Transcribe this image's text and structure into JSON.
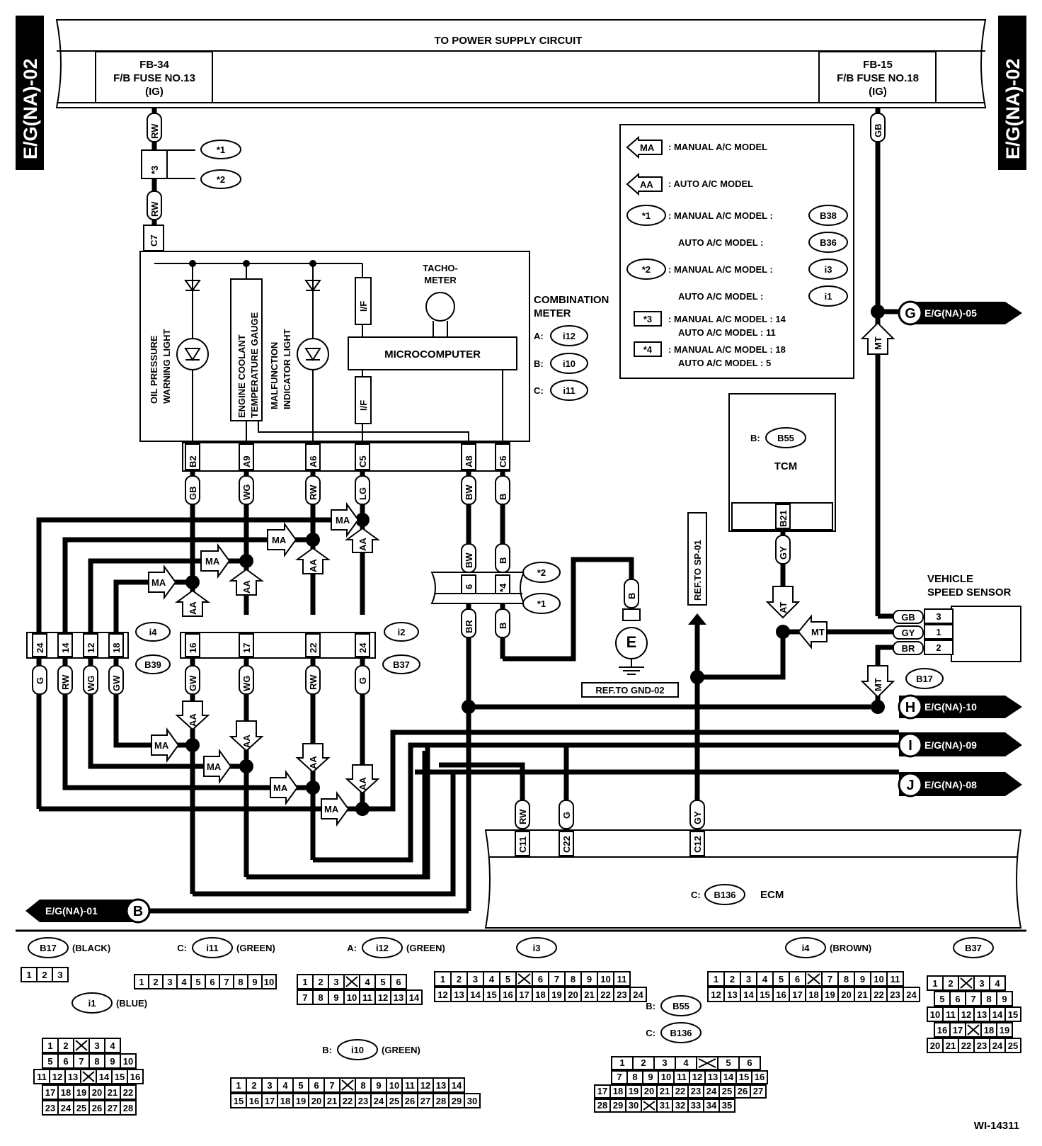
{
  "side_tabs": {
    "left": "E/G(NA)-02",
    "right": "E/G(NA)-02"
  },
  "power": {
    "title": "TO POWER SUPPLY CIRCUIT",
    "left_fuse": {
      "l1": "FB-34",
      "l2": "F/B FUSE NO.13",
      "l3": "(IG)"
    },
    "right_fuse": {
      "l1": "FB-15",
      "l2": "F/B FUSE NO.18",
      "l3": "(IG)"
    }
  },
  "legend": {
    "ma": {
      "tag": "MA",
      "text": ": MANUAL A/C MODEL"
    },
    "aa": {
      "tag": "AA",
      "text": ": AUTO A/C MODEL"
    },
    "s1": {
      "tag": "*1",
      "manual": ": MANUAL A/C MODEL :",
      "manual_conn": "B38",
      "auto": "AUTO A/C MODEL :",
      "auto_conn": "B36"
    },
    "s2": {
      "tag": "*2",
      "manual": ": MANUAL A/C MODEL :",
      "manual_conn": "i3",
      "auto": "AUTO A/C MODEL :",
      "auto_conn": "i1"
    },
    "s3": {
      "tag": "*3",
      "manual": ": MANUAL A/C MODEL : 14",
      "auto": "AUTO A/C MODEL :    11"
    },
    "s4": {
      "tag": "*4",
      "manual": ": MANUAL A/C MODEL : 18",
      "auto": "AUTO A/C MODEL :     5"
    }
  },
  "meter": {
    "oil1": "OIL PRESSURE",
    "oil2": "WARNING LIGHT",
    "eng1": "ENGINE COOLANT",
    "eng2": "TEMPERATURE GAUGE",
    "mil1": "MALFUNCTION",
    "mil2": "INDICATOR LIGHT",
    "tach1": "TACHO-",
    "tach2": "METER",
    "micro": "MICROCOMPUTER",
    "if1": "I/F",
    "if2": "I/F",
    "comb1": "COMBINATION",
    "comb2": "METER",
    "ca": "A:",
    "ca_conn": "i12",
    "cb": "B:",
    "cb_conn": "i10",
    "cc": "C:",
    "cc_conn": "i11"
  },
  "pins": {
    "b2": "B2",
    "a9": "A9",
    "a6": "A6",
    "c5": "C5",
    "a8": "A8",
    "c6": "C6",
    "c7": "C7",
    "s3": "*3"
  },
  "wires": {
    "rw": "RW",
    "gb": "GB",
    "wg": "WG",
    "lg": "LG",
    "bw": "BW",
    "b": "B",
    "br": "BR",
    "g": "G",
    "gw": "GW",
    "gy": "GY",
    "mt": "MT",
    "at": "AT",
    "ma": "MA",
    "aa": "AA"
  },
  "mid_conn": {
    "left_pins": [
      "24",
      "14",
      "12",
      "18"
    ],
    "right_pins": [
      "16",
      "17",
      "22",
      "24"
    ],
    "i4": "i4",
    "b39": "B39",
    "i2": "i2",
    "b37": "B37",
    "p6": "6",
    "p4": "*4",
    "s1": "*1",
    "s2": "*2"
  },
  "ground": {
    "e": "E",
    "ref": "REF.TO GND-02",
    "b": "B"
  },
  "ref_sp": "REF.TO SP-01",
  "tcm": {
    "prefix": "B:",
    "conn": "B55",
    "name": "TCM",
    "pin": "B21"
  },
  "vss": {
    "t1": "VEHICLE",
    "t2": "SPEED SENSOR",
    "pins": [
      "3",
      "1",
      "2"
    ],
    "wires": [
      "GB",
      "GY",
      "BR"
    ],
    "conn": "B17"
  },
  "tags": [
    {
      "letter": "G",
      "text": "E/G(NA)-05"
    },
    {
      "letter": "H",
      "text": "E/G(NA)-10"
    },
    {
      "letter": "I",
      "text": "E/G(NA)-09"
    },
    {
      "letter": "J",
      "text": "E/G(NA)-08"
    },
    {
      "letter": "B",
      "text": "E/G(NA)-01"
    }
  ],
  "ecm": {
    "prefix": "C:",
    "conn": "B136",
    "name": "ECM",
    "pins": [
      "C11",
      "C22",
      "C12"
    ]
  },
  "connectors": {
    "b17": {
      "name": "B17",
      "color": "(BLACK)",
      "row": [
        "1",
        "2",
        "3"
      ]
    },
    "i11": {
      "prefix": "C:",
      "name": "i11",
      "color": "(GREEN)",
      "row": [
        "1",
        "2",
        "3",
        "4",
        "5",
        "6",
        "7",
        "8",
        "9",
        "10"
      ]
    },
    "i12": {
      "prefix": "A:",
      "name": "i12",
      "color": "(GREEN)",
      "r1": [
        "1",
        "2",
        "3",
        "",
        "4",
        "5",
        "6"
      ],
      "r2": [
        "7",
        "8",
        "9",
        "10",
        "11",
        "12",
        "13",
        "14"
      ]
    },
    "i3": {
      "name": "i3",
      "r1": [
        "1",
        "2",
        "3",
        "4",
        "5",
        "",
        "6",
        "7",
        "8",
        "9",
        "10",
        "11"
      ],
      "r2": [
        "12",
        "13",
        "14",
        "15",
        "16",
        "17",
        "18",
        "19",
        "20",
        "21",
        "22",
        "23",
        "24"
      ]
    },
    "i4": {
      "name": "i4",
      "color": "(BROWN)",
      "r1": [
        "1",
        "2",
        "3",
        "4",
        "5",
        "6",
        "",
        "7",
        "8",
        "9",
        "10",
        "11"
      ],
      "r2": [
        "12",
        "13",
        "14",
        "15",
        "16",
        "17",
        "18",
        "19",
        "20",
        "21",
        "22",
        "23",
        "24"
      ]
    },
    "b37": {
      "name": "B37",
      "r1": [
        "1",
        "2",
        "",
        "3",
        "4"
      ],
      "r2": [
        "5",
        "6",
        "7",
        "8",
        "9"
      ],
      "r3": [
        "10",
        "11",
        "12",
        "13",
        "14",
        "15"
      ],
      "r4": [
        "16",
        "17",
        "",
        "18",
        "19"
      ],
      "r5": [
        "20",
        "21",
        "22",
        "23",
        "24",
        "25"
      ]
    },
    "i1": {
      "name": "i1",
      "color": "(BLUE)",
      "r1": [
        "1",
        "2",
        "",
        "3",
        "4"
      ],
      "r2": [
        "5",
        "6",
        "7",
        "8",
        "9",
        "10"
      ],
      "r3": [
        "11",
        "12",
        "13",
        "",
        "14",
        "15",
        "16"
      ],
      "r4": [
        "17",
        "18",
        "19",
        "20",
        "21",
        "22"
      ],
      "r5": [
        "23",
        "24",
        "25",
        "26",
        "27",
        "28"
      ]
    },
    "i10": {
      "prefix": "B:",
      "name": "i10",
      "color": "(GREEN)",
      "r1": [
        "1",
        "2",
        "3",
        "4",
        "5",
        "6",
        "7",
        "",
        "8",
        "9",
        "10",
        "11",
        "12",
        "13",
        "14"
      ],
      "r2": [
        "15",
        "16",
        "17",
        "18",
        "19",
        "20",
        "21",
        "22",
        "23",
        "24",
        "25",
        "26",
        "27",
        "28",
        "29",
        "30"
      ]
    },
    "b55": {
      "prefix": "B:",
      "name": "B55",
      "prefix2": "C:",
      "name2": "B136",
      "r1": [
        "1",
        "2",
        "3",
        "4",
        "",
        "5",
        "6"
      ],
      "r2": [
        "7",
        "8",
        "9",
        "10",
        "11",
        "12",
        "13",
        "14",
        "15",
        "16"
      ],
      "r3": [
        "17",
        "18",
        "19",
        "20",
        "21",
        "22",
        "23",
        "24",
        "25",
        "26",
        "27"
      ],
      "r4": [
        "28",
        "29",
        "30",
        "",
        "31",
        "32",
        "33",
        "34",
        "35"
      ]
    }
  },
  "doc_id": "WI-14311"
}
